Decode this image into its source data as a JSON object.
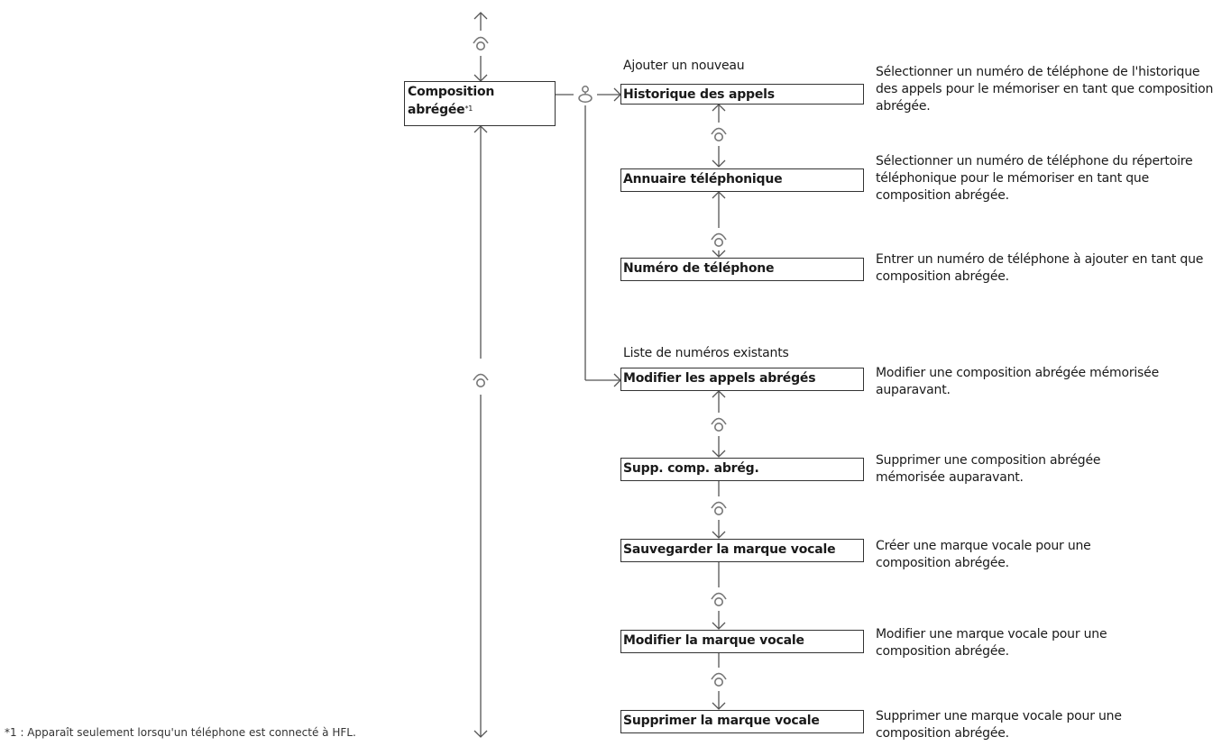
{
  "root": {
    "label_line1": "Composition",
    "label_line2": "abrégée",
    "footnote_mark": "*1"
  },
  "groups": {
    "add_new": "Ajouter un nouveau",
    "existing": "Liste de numéros existants"
  },
  "items": [
    {
      "label": "Historique des appels",
      "description": "Sélectionner un numéro de téléphone de l'historique des appels pour le mémoriser en tant que composition abrégée."
    },
    {
      "label": "Annuaire téléphonique",
      "description": "Sélectionner un numéro de téléphone du répertoire téléphonique pour le mémoriser en tant que composition abrégée."
    },
    {
      "label": "Numéro de téléphone",
      "description": "Entrer un numéro de téléphone à ajouter en tant que composition abrégée."
    },
    {
      "label": "Modifier les appels abrégés",
      "description": "Modifier une composition abrégée mémorisée auparavant."
    },
    {
      "label": "Supp. comp. abrég.",
      "description": "Supprimer une composition abrégée mémorisée auparavant."
    },
    {
      "label": "Sauvegarder la marque vocale",
      "description": "Créer une marque vocale pour une composition abrégée."
    },
    {
      "label": "Modifier la marque vocale",
      "description": "Modifier une marque vocale pour une composition abrégée."
    },
    {
      "label": "Supprimer la marque vocale",
      "description": "Supprimer une marque vocale pour une composition abrégée."
    }
  ],
  "footnote": "*1 : Apparaît seulement lorsqu'un téléphone est connecté à HFL.",
  "icons": {
    "rotate": "knob-rotate-icon",
    "press": "knob-press-icon"
  }
}
